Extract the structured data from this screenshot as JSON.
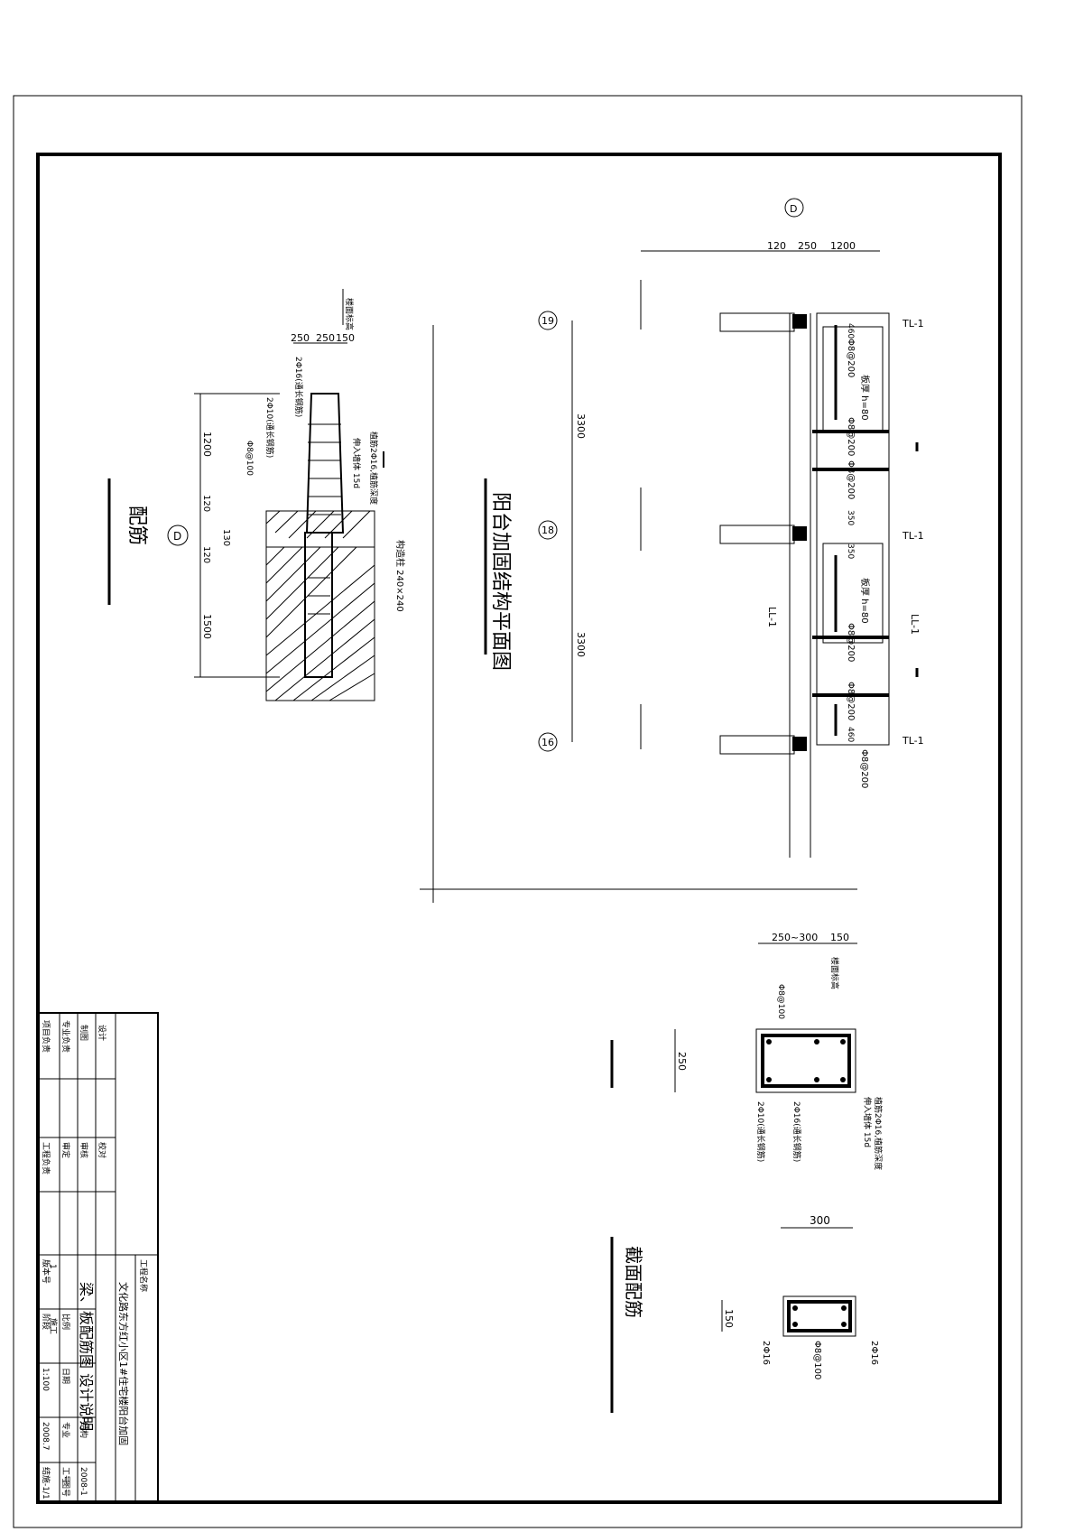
{
  "sheet": {
    "title_block": {
      "project_label": "工程名称",
      "project_name": "文化路东方红小区1#住宅楼阳台加固",
      "drawing_name": "梁、板配筋图 设计说明",
      "drawing_no_label": "图号",
      "drawing_no": "结施-1/1",
      "roles": [
        "设计",
        "校对",
        "制图",
        "审核",
        "专业负责",
        "审定",
        "项目负责",
        "工程负责"
      ],
      "meta_labels": [
        "比例",
        "日期",
        "专业",
        "工号",
        "版本号",
        "阶段"
      ],
      "meta_values": [
        "1:100",
        "2008.7",
        "结构",
        "2008-1",
        "1",
        "施工"
      ]
    },
    "plan": {
      "title": "阳台加固结构平面图",
      "axis_top": "D",
      "top_dims": [
        "120",
        "250",
        "1200"
      ],
      "axes": [
        "19",
        "18",
        "16"
      ],
      "spans": [
        "3300",
        "3300"
      ],
      "beam_tags": [
        "TL-1",
        "TL-1",
        "TL-1",
        "LL-1",
        "LL-1"
      ],
      "rebar_notes": [
        "Φ8@200",
        "Φ8@200",
        "Φ8@200",
        "Φ8@200",
        "Φ8@200",
        "Φ8@200"
      ],
      "slab_notes": [
        "板厚 h=80",
        "板厚 h=80"
      ],
      "small_dims": [
        "460",
        "350",
        "350",
        "460"
      ]
    },
    "section_left": {
      "title": "配筋",
      "top_dims": [
        "250",
        "250",
        "150"
      ],
      "axis": "D",
      "vert_dims": [
        "1200",
        "120",
        "130",
        "120",
        "1500"
      ],
      "rebar_labels": [
        "2Φ16(通长钢筋)",
        "2Φ10(通长钢筋)",
        "Φ8@100",
        "植筋2Φ16,植筋深度",
        "伸入墙体 15d"
      ],
      "wall_note": "构造柱 240×240",
      "elev_note": "楼面标高"
    },
    "section_right": {
      "title": "截面配筋",
      "beam1_top_dims": [
        "250~300",
        "150"
      ],
      "beam1_height": "250",
      "beam1_labels": [
        "Φ8@100",
        "2Φ10(通长钢筋)",
        "2Φ16(通长钢筋)",
        "植筋2Φ16,植筋深度",
        "伸入墙体 15d"
      ],
      "beam1_elev": "楼面标高",
      "beam2_top_dim": "300",
      "beam2_height": "150",
      "beam2_labels": [
        "2Φ16",
        "Φ8@100",
        "2Φ16"
      ]
    }
  }
}
